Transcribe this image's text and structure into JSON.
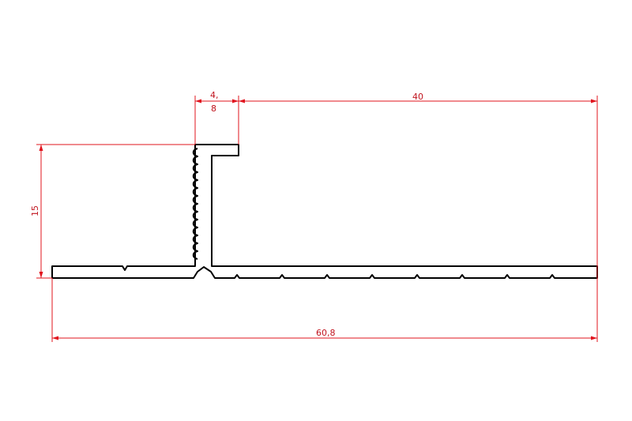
{
  "drawing": {
    "dimensions": {
      "flange_width_top": "4,",
      "flange_width_bottom": "8",
      "top_span": "40",
      "height": "15",
      "total_length": "60,8"
    },
    "colors": {
      "dimension": "#e0141e",
      "profile": "#000000",
      "background": "#ffffff"
    }
  }
}
